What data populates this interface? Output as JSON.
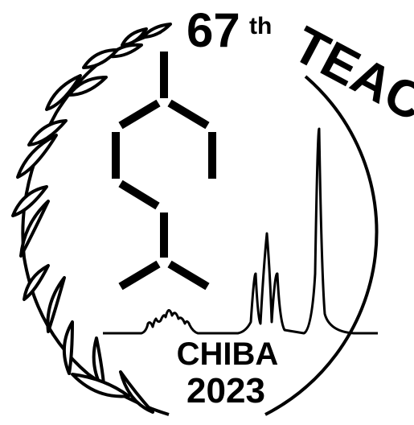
{
  "emblem": {
    "edition_number": "67",
    "edition_suffix": "th",
    "acronym": "TEAC",
    "city": "CHIBA",
    "year": "2023",
    "ink_color": "#000000",
    "background_color": "#ffffff",
    "icons": [
      "laurel-wreath-icon",
      "molecule-structure-icon",
      "spectrum-peaks-icon",
      "ring-arc-icon"
    ]
  }
}
